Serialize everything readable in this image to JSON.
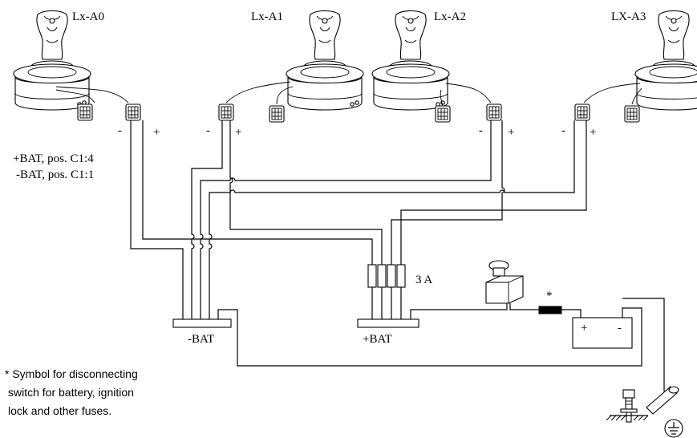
{
  "joysticks": [
    {
      "id": "a0",
      "label": "Lx-A0"
    },
    {
      "id": "a1",
      "label": "Lx-A1"
    },
    {
      "id": "a2",
      "label": "Lx-A2"
    },
    {
      "id": "a3",
      "label": "LX-A3"
    }
  ],
  "polarity": {
    "minus": "-",
    "plus": "+"
  },
  "notes": {
    "bat_plus_pos": "+BAT, pos. C1:4",
    "bat_minus_pos": "-BAT, pos. C1:1"
  },
  "fuse_rating": "3 A",
  "bus": {
    "minus": "-BAT",
    "plus": "+BAT"
  },
  "battery": {
    "plus": "+",
    "minus": "-"
  },
  "asterisk": "*",
  "footnote": {
    "line1": "* Symbol for disconnecting",
    "line2": "switch for battery, ignition",
    "line3": "lock and other fuses."
  }
}
